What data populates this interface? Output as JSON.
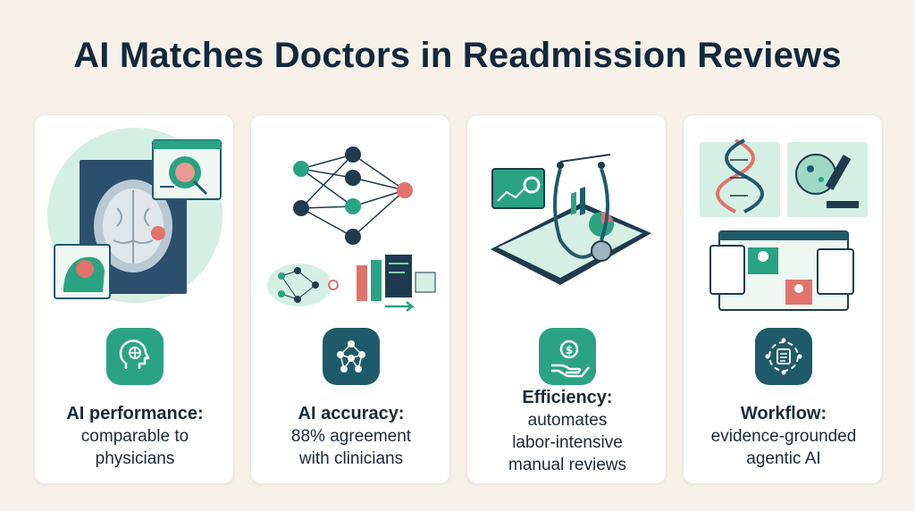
{
  "title": "AI Matches Doctors in Readmission Reviews",
  "colors": {
    "green": "#2aa382",
    "navy": "#1f5a6b",
    "coral": "#e0736b",
    "background": "#f6f2ea"
  },
  "cards": [
    {
      "icon": "brain-head-icon",
      "heading": "AI performance:",
      "line1": "comparable to",
      "line2": "physicians"
    },
    {
      "icon": "neural-network-icon",
      "heading": "AI accuracy:",
      "line1": "88% agreement",
      "line2": "with clinicians"
    },
    {
      "icon": "hand-coin-icon",
      "heading": "Efficiency:",
      "line1": "automates",
      "line2": "labor-intensive",
      "line3": "manual reviews"
    },
    {
      "icon": "workflow-icon",
      "heading": "Workflow:",
      "line1": "evidence-grounded",
      "line2": "agentic AI"
    }
  ]
}
